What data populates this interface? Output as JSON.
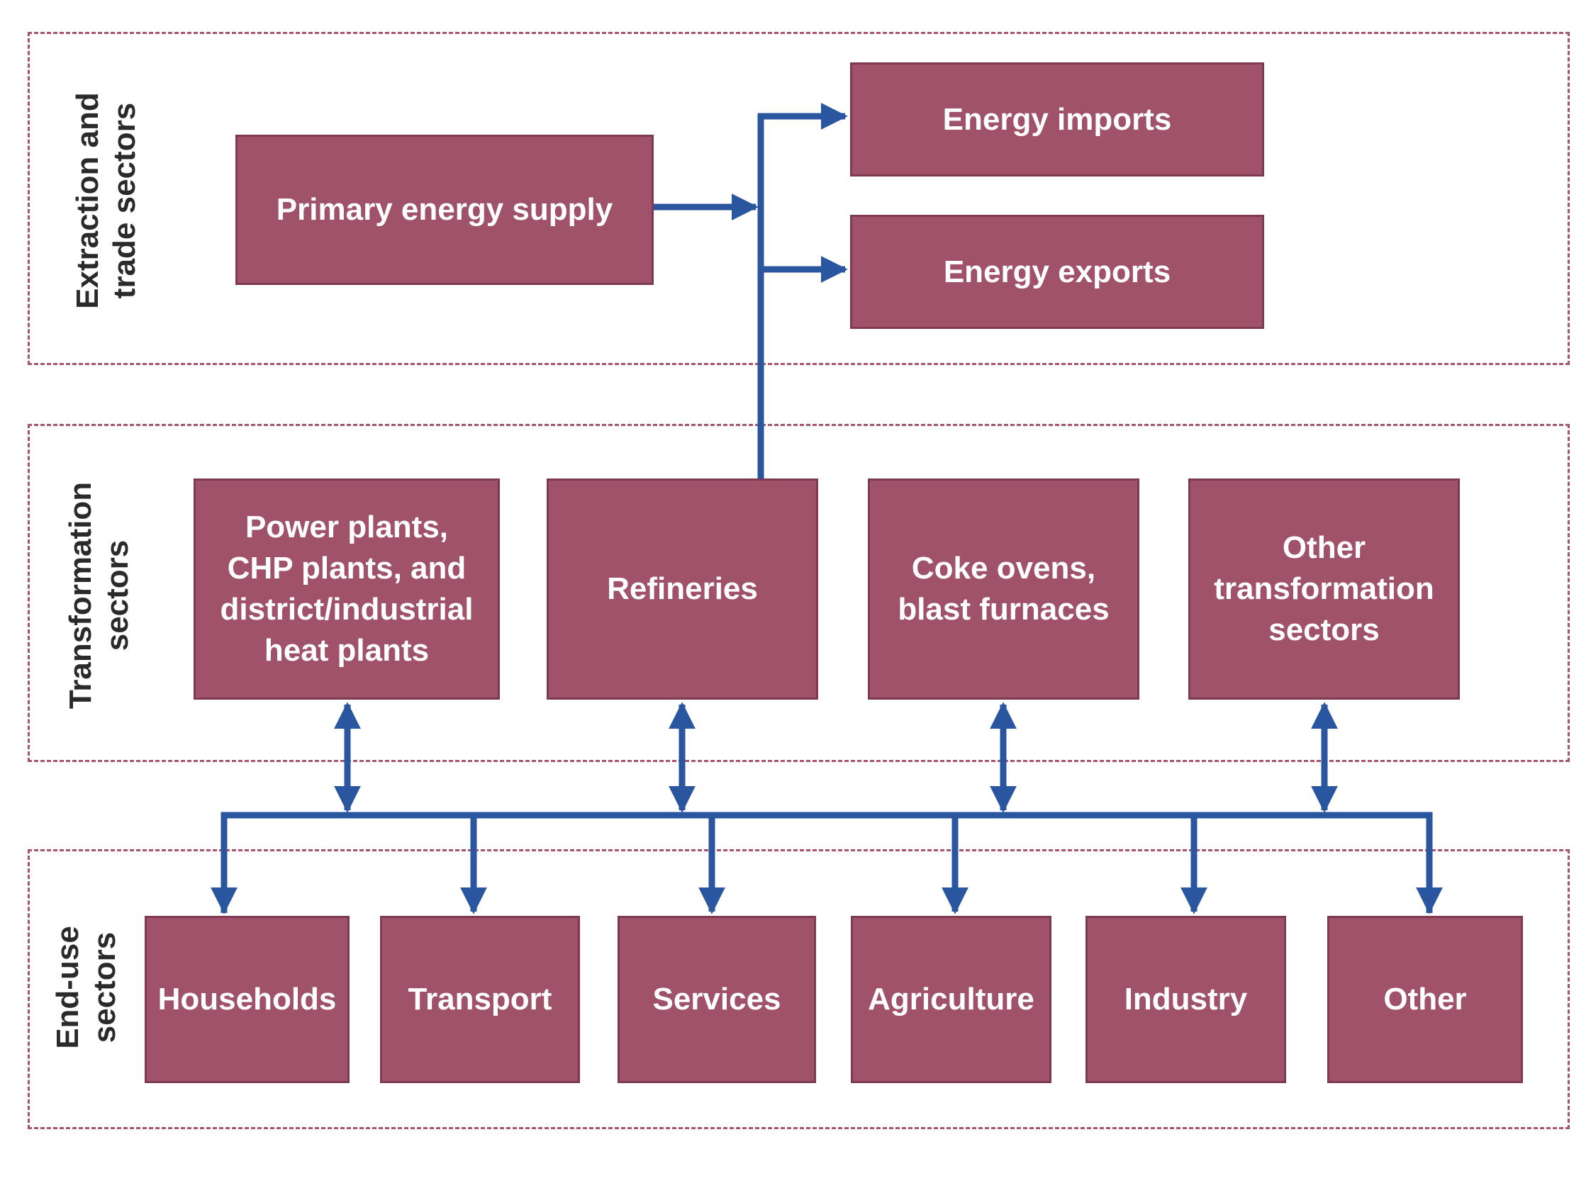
{
  "colors": {
    "box_fill": "#a0526a",
    "box_border": "#7e3a50",
    "arrow": "#2a56a0",
    "panel_border": "#a8546a"
  },
  "sections": {
    "extraction": [
      "Extraction and",
      "trade sectors"
    ],
    "transformation": [
      "Transformation",
      "sectors"
    ],
    "enduse": [
      "End-use",
      "sectors"
    ]
  },
  "boxes": {
    "primary": "Primary energy supply",
    "imports": "Energy imports",
    "exports": "Energy exports",
    "power": "Power plants, CHP plants, and district/industrial heat plants",
    "refineries": "Refineries",
    "coke": "Coke ovens, blast furnaces",
    "other_transformation": "Other transformation sectors",
    "households": "Households",
    "transport": "Transport",
    "services": "Services",
    "agriculture": "Agriculture",
    "industry": "Industry",
    "other": "Other"
  },
  "connections": [
    {
      "from": "Primary energy supply",
      "to": "Energy imports",
      "direction": "one-way"
    },
    {
      "from": "Primary energy supply",
      "to": "Energy exports",
      "direction": "one-way"
    },
    {
      "from": "Refineries",
      "to": "Energy imports",
      "direction": "one-way"
    },
    {
      "from": "Refineries",
      "to": "Energy exports",
      "direction": "one-way"
    },
    {
      "from": "Power plants, CHP plants, and district/industrial heat plants",
      "to": "End-use sectors",
      "direction": "two-way"
    },
    {
      "from": "Refineries",
      "to": "End-use sectors",
      "direction": "two-way"
    },
    {
      "from": "Coke ovens, blast furnaces",
      "to": "End-use sectors",
      "direction": "two-way"
    },
    {
      "from": "Other transformation sectors",
      "to": "End-use sectors",
      "direction": "two-way"
    }
  ]
}
